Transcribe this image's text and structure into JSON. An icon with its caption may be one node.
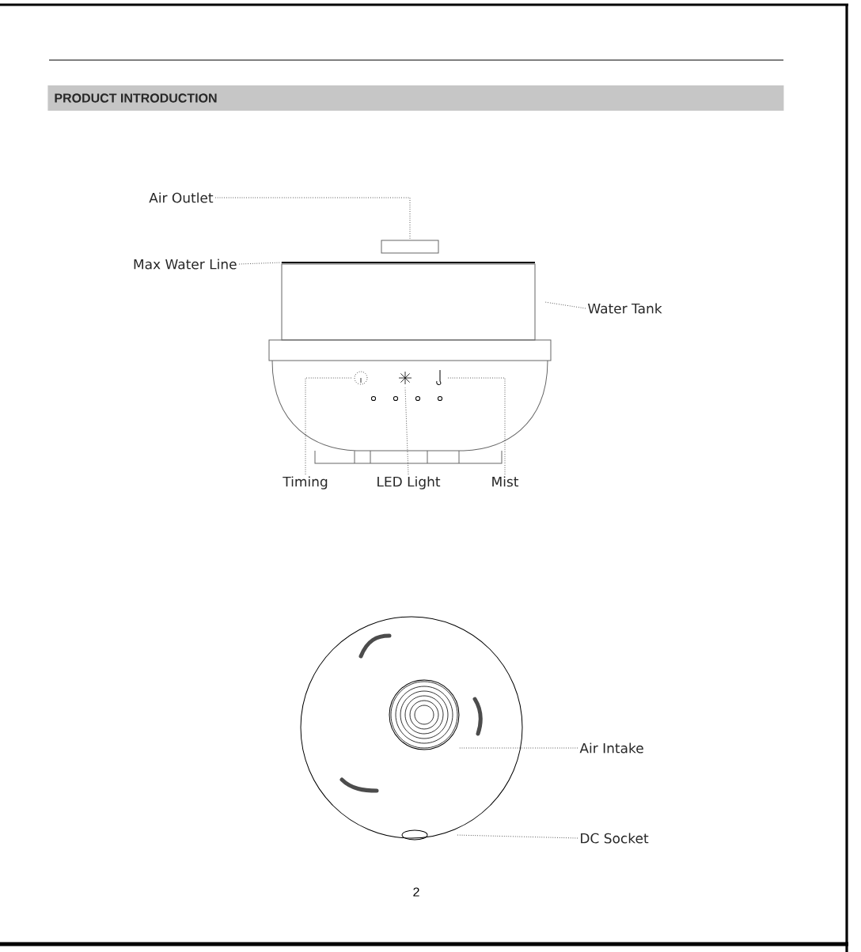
{
  "diagram": {
    "title": "PRODUCT INTRODUCTION",
    "nodes": [
      {
        "text": [
          "Air Outlet"
        ]
      },
      {
        "text": [
          "Max Water Line"
        ]
      },
      {
        "text": [
          "Water Tank"
        ]
      },
      {
        "text": [
          "Timing"
        ]
      },
      {
        "text": [
          "LED Light"
        ]
      },
      {
        "text": [
          "Mist"
        ]
      },
      {
        "text": [
          "Air Intake"
        ]
      },
      {
        "text": [
          "DC Socket"
        ]
      },
      {
        "text": [],
        "shape": "box"
      },
      {
        "text": [],
        "shape": "bar"
      },
      {
        "text": [],
        "shape": "box"
      },
      {
        "text": [],
        "shape": "picture"
      },
      {
        "text": [],
        "shape": "picture"
      },
      {
        "text": [],
        "shape": "picture"
      },
      {
        "text": [],
        "shape": "circle"
      },
      {
        "text": [],
        "shape": "circle"
      }
    ],
    "edges": [
      {
        "from": 0,
        "to": 8,
        "arrow": "none",
        "style": "dashed"
      },
      {
        "from": 1,
        "to": 9,
        "arrow": "none",
        "style": "dashed"
      },
      {
        "from": 2,
        "to": 10,
        "arrow": "none",
        "style": "dashed"
      },
      {
        "from": 3,
        "to": 11,
        "arrow": "none",
        "style": "dashed"
      },
      {
        "from": 4,
        "to": 12,
        "arrow": "none",
        "style": "dashed"
      },
      {
        "from": 5,
        "to": 13,
        "arrow": "none",
        "style": "dashed"
      },
      {
        "from": 6,
        "to": 14,
        "arrow": "none",
        "style": "dashed"
      },
      {
        "from": 7,
        "to": 15,
        "arrow": "none",
        "style": "dashed"
      }
    ],
    "labels": [
      "2"
    ]
  }
}
